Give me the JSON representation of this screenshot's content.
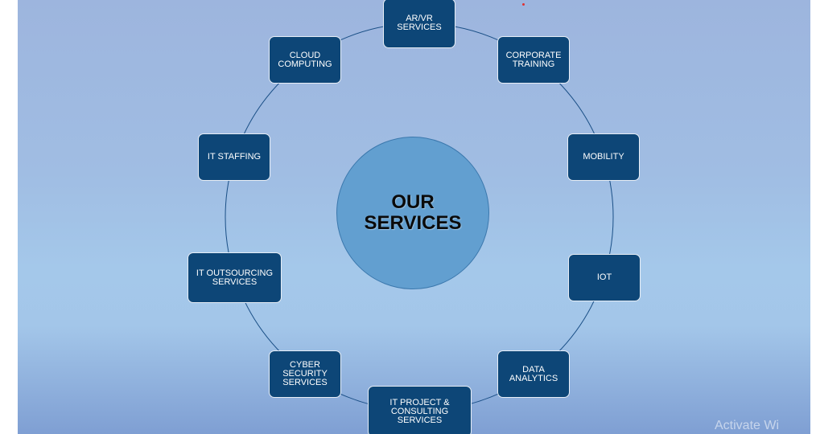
{
  "diagram": {
    "center": {
      "title": "OUR\nSERVICES"
    },
    "nodes": [
      {
        "label": "AR/VR\nSERVICES"
      },
      {
        "label": "CORPORATE\nTRAINING"
      },
      {
        "label": "MOBILITY"
      },
      {
        "label": "IOT"
      },
      {
        "label": "DATA\nANALYTICS"
      },
      {
        "label": "IT PROJECT &\nCONSULTING\nSERVICES"
      },
      {
        "label": "CYBER\nSECURITY\nSERVICES"
      },
      {
        "label": "IT OUTSOURCING\nSERVICES"
      },
      {
        "label": "IT STAFFING"
      },
      {
        "label": "CLOUD\nCOMPUTING"
      }
    ],
    "colors": {
      "node_fill": "#0d4677",
      "center_fill": "#629fd0",
      "ring_line": "#1a4f86"
    }
  },
  "watermark": {
    "text": "Activate Wi"
  }
}
